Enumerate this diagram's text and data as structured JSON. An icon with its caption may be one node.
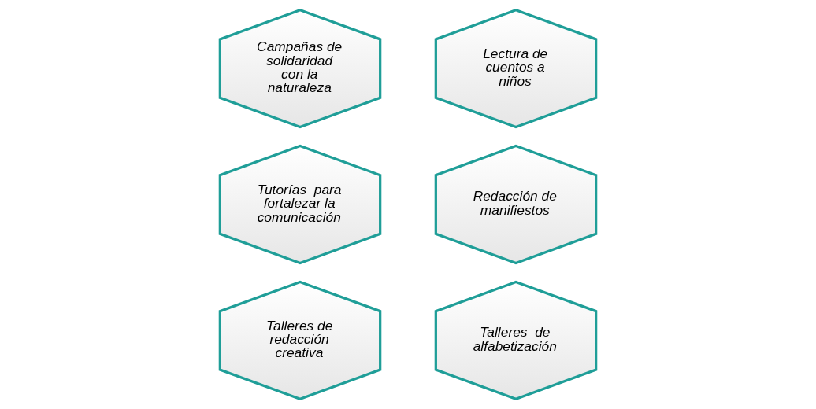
{
  "diagram": {
    "nodes": [
      {
        "text": [
          "Campañas de solidaridad con la naturaleza"
        ]
      },
      {
        "text": [
          "Lectura de cuentos a niños"
        ]
      },
      {
        "text": [
          "Tutorías  para fortalezar la comunicación"
        ]
      },
      {
        "text": [
          "Redacción de manifiestos"
        ]
      },
      {
        "text": [
          "Talleres de redacción creativa"
        ]
      },
      {
        "text": [
          "Talleres  de alfabetización"
        ]
      }
    ]
  }
}
